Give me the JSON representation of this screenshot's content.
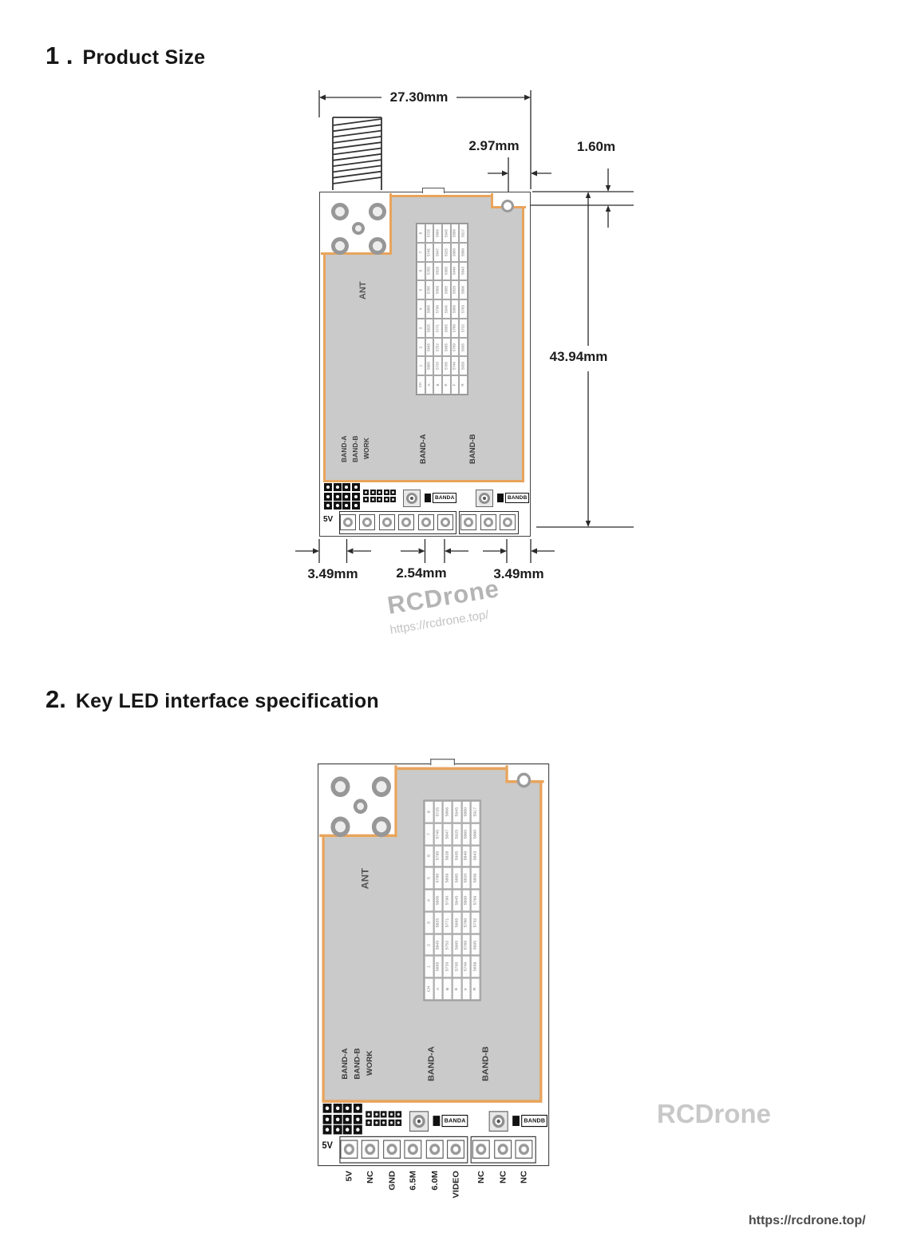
{
  "sections": {
    "s1": {
      "number": "1 .",
      "title": "Product Size"
    },
    "s2": {
      "number": "2.",
      "title": "Key LED interface specification"
    }
  },
  "dimensions": {
    "top_width": "27.30mm",
    "hole_offset_x": "2.97mm",
    "hole_offset_y": "1.60m",
    "board_height": "43.94mm",
    "pin_edge_left": "3.49mm",
    "pin_pitch": "2.54mm",
    "pin_edge_right": "3.49mm"
  },
  "board": {
    "ant_label": "ANT",
    "status_leds": [
      "BAND-A",
      "BAND-B",
      "WORK"
    ],
    "channel_labels": [
      "BAND-A",
      "BAND-B"
    ],
    "button_a": "BANDA",
    "button_b": "BANDB",
    "power_pin": "5V",
    "freq_table": [
      [
        "8",
        "5725",
        "5866",
        "5945",
        "5880",
        "5917"
      ],
      [
        "7",
        "5745",
        "5847",
        "5925",
        "5860",
        "5880"
      ],
      [
        "6",
        "5765",
        "5828",
        "5905",
        "5840",
        "5843"
      ],
      [
        "5",
        "5785",
        "5809",
        "5885",
        "5820",
        "5806"
      ],
      [
        "4",
        "5805",
        "5790",
        "5645",
        "5800",
        "5769"
      ],
      [
        "3",
        "5825",
        "5771",
        "5665",
        "5780",
        "5732"
      ],
      [
        "2",
        "5845",
        "5752",
        "5685",
        "5760",
        "5695"
      ],
      [
        "1",
        "5865",
        "5733",
        "5705",
        "5740",
        "5658"
      ],
      [
        "CH",
        "A",
        "B",
        "E",
        "F",
        "R"
      ]
    ]
  },
  "pin_labels": [
    "5V",
    "NC",
    "GND",
    "6.5M",
    "6.0M",
    "VIDEO",
    "NC",
    "NC",
    "NC"
  ],
  "watermark": {
    "brand": "RCDrone",
    "url": "https://rcdrone.top/"
  },
  "footer": {
    "url": "https://rcdrone.top/"
  }
}
